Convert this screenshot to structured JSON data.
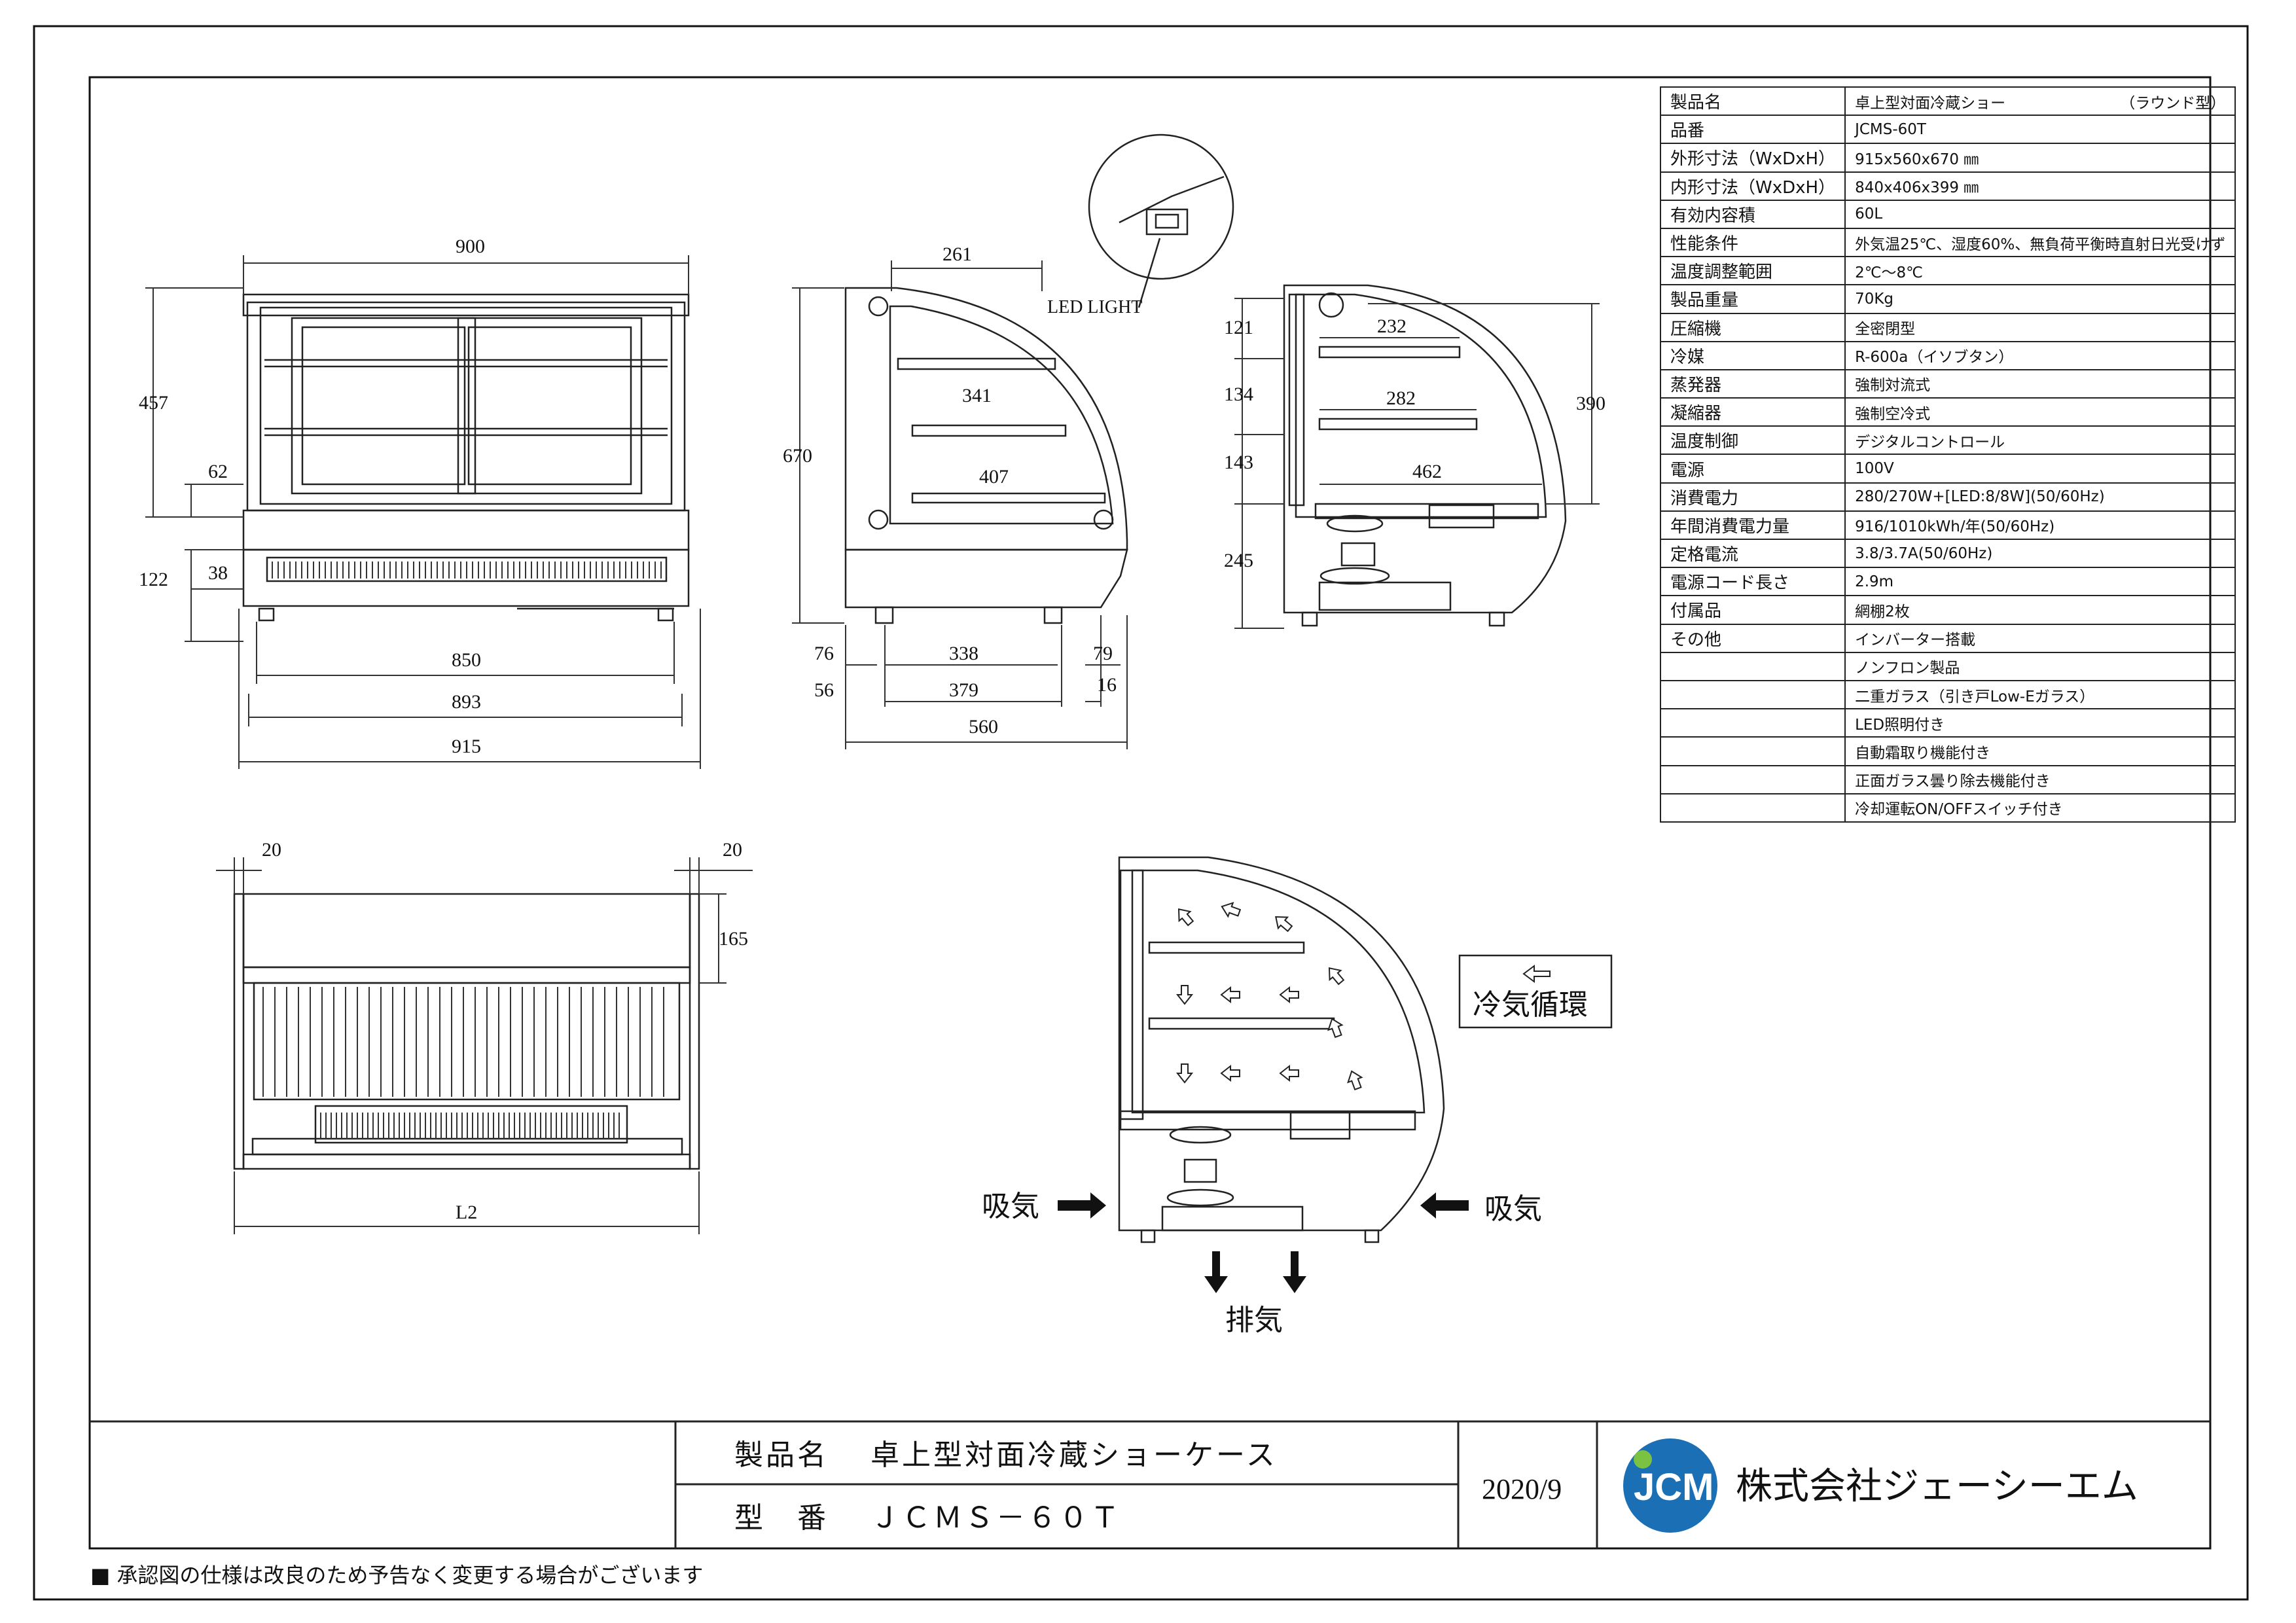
{
  "spec_table": {
    "header": {
      "key": "製品名",
      "value": "卓上型対面冷蔵ショー",
      "tag": "（ラウンド型）"
    },
    "rows": [
      {
        "key": "品番",
        "value": "JCMS-60T"
      },
      {
        "key": "外形寸法（WxDxH）",
        "value": "915x560x670 ㎜"
      },
      {
        "key": "内形寸法（WxDxH）",
        "value": "840x406x399 ㎜"
      },
      {
        "key": "有効内容積",
        "value": "60L"
      },
      {
        "key": "性能条件",
        "value": "外気温25℃、湿度60%、無負荷平衡時直射日光受けず"
      },
      {
        "key": "温度調整範囲",
        "value": "2℃～8℃"
      },
      {
        "key": "製品重量",
        "value": "70Kg"
      },
      {
        "key": "圧縮機",
        "value": "全密閉型"
      },
      {
        "key": "冷媒",
        "value": "R-600a（イソブタン）"
      },
      {
        "key": "蒸発器",
        "value": "強制対流式"
      },
      {
        "key": "凝縮器",
        "value": "強制空冷式"
      },
      {
        "key": "温度制御",
        "value": "デジタルコントロール"
      },
      {
        "key": "電源",
        "value": "100V"
      },
      {
        "key": "消費電力",
        "value": "280/270W+[LED:8/8W](50/60Hz)"
      },
      {
        "key": "年間消費電力量",
        "value": "916/1010kWh/年(50/60Hz)"
      },
      {
        "key": "定格電流",
        "value": "3.8/3.7A(50/60Hz)"
      },
      {
        "key": "電源コード長さ",
        "value": "2.9m"
      },
      {
        "key": "付属品",
        "value": "網棚2枚"
      },
      {
        "key": "その他",
        "value": "インバーター搭載"
      },
      {
        "key": "",
        "value": "ノンフロン製品"
      },
      {
        "key": "",
        "value": "二重ガラス（引き戸Low-Eガラス）"
      },
      {
        "key": "",
        "value": "LED照明付き"
      },
      {
        "key": "",
        "value": "自動霜取り機能付き"
      },
      {
        "key": "",
        "value": "正面ガラス曇り除去機能付き"
      },
      {
        "key": "",
        "value": "冷却運転ON/OFFスイッチ付き"
      }
    ]
  },
  "dims": {
    "front": {
      "w900": "900",
      "h457": "457",
      "h62": "62",
      "h122": "122",
      "h38": "38",
      "w850": "850",
      "w893": "893",
      "w915": "915"
    },
    "side": {
      "w261": "261",
      "w341": "341",
      "w407": "407",
      "h670": "670",
      "w76": "76",
      "w338": "338",
      "w79": "79",
      "w56": "56",
      "w379": "379",
      "w16": "16",
      "w560": "560",
      "led": "LED LIGHT"
    },
    "section": {
      "h121": "121",
      "w232": "232",
      "h134": "134",
      "w282": "282",
      "h143": "143",
      "w462": "462",
      "h245": "245",
      "h390": "390"
    },
    "rear": {
      "w20a": "20",
      "w20b": "20",
      "h165": "165",
      "l2": "L2"
    }
  },
  "airflow": {
    "legend": "冷気循環",
    "intake_left": "吸気",
    "intake_right": "吸気",
    "exhaust": "排気"
  },
  "title_block": {
    "product_label": "製品名",
    "product_name": "卓上型対面冷蔵ショーケース",
    "model_label": "型　番",
    "model": "ＪＣＭＳ－６０Ｔ",
    "date": "2020/9",
    "logo_text": "JCM",
    "company": "株式会社ジェーシーエム"
  },
  "note": "■ 承認図の仕様は改良のため予告なく変更する場合がございます"
}
